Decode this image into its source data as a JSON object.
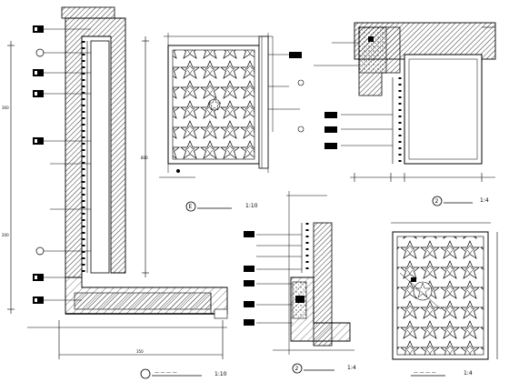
{
  "drawing": {
    "views": [
      {
        "id": "main-section",
        "scale": "1:10"
      },
      {
        "id": "panel-elevation",
        "number": "E",
        "scale": "1:10"
      },
      {
        "id": "top-detail",
        "number": "2",
        "scale": "1:4"
      },
      {
        "id": "mid-detail",
        "number": "2",
        "scale": "1:4"
      },
      {
        "id": "panel-detail",
        "scale": "1:4"
      }
    ],
    "colors": {
      "ink": "#000000",
      "hatch": "#333333",
      "tag": "#000000"
    }
  }
}
